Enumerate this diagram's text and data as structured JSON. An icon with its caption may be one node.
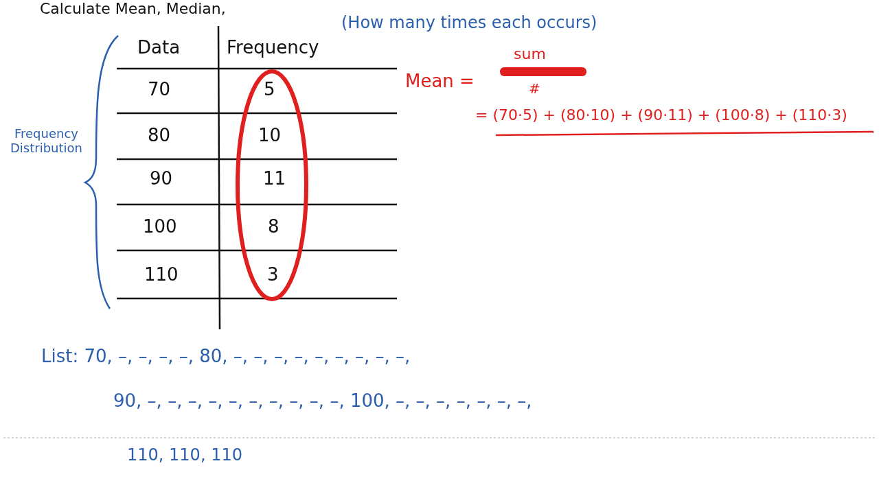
{
  "diagram": {
    "title": "Calculate Mean, Median,",
    "labels": [
      "Data",
      "Frequency",
      "(How many times each occurs)",
      "Mean =",
      "sum",
      "#",
      "70",
      "5",
      "= (70·5) + (80·10) + (90·11) + (100·8) + (110·3)",
      "80",
      "10",
      "90",
      "11",
      "100",
      "8",
      "110",
      "3",
      "Frequency Distribution",
      "List: 70, –, –, –, –, 80, –, –, –, –, –, –, –, –, –,",
      "90, –, –, –, –, –, –, –, –, –, –, 100, –, –, –, –, –, –, –,",
      "110, 110, 110"
    ]
  }
}
